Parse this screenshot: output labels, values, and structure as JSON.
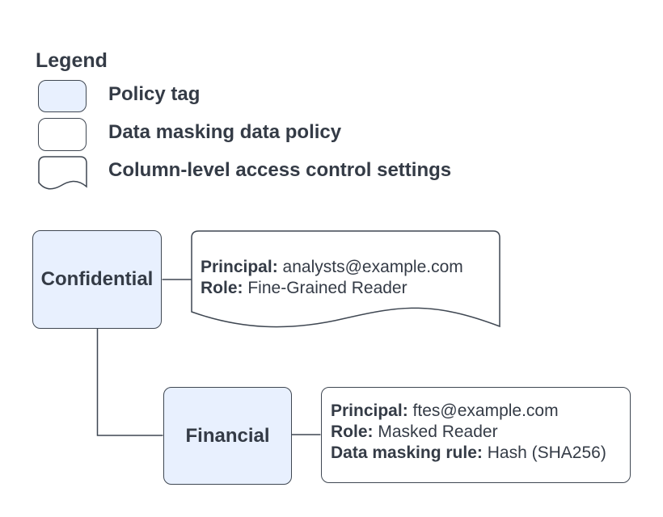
{
  "legend": {
    "title": "Legend",
    "items": [
      {
        "swatch": "policy-tag-swatch",
        "label": "Policy tag"
      },
      {
        "swatch": "data-policy-swatch",
        "label": "Data masking data policy"
      },
      {
        "swatch": "document-swatch",
        "label": "Column-level access control settings"
      }
    ]
  },
  "nodes": {
    "confidential": "Confidential",
    "financial": "Financial"
  },
  "cards": {
    "confidential_policy": {
      "lines": [
        {
          "label": "Principal:",
          "value": "analysts@example.com"
        },
        {
          "label": "Role:",
          "value": "Fine-Grained Reader"
        }
      ]
    },
    "financial_policy": {
      "lines": [
        {
          "label": "Principal:",
          "value": "ftes@example.com"
        },
        {
          "label": "Role:",
          "value": "Masked Reader"
        },
        {
          "label": "Data masking rule:",
          "value": "Hash (SHA256)"
        }
      ]
    }
  },
  "colors": {
    "policy_tag_fill": "#e8f0fe",
    "shape_border": "#3f4752",
    "text": "#343b46",
    "background": "#ffffff"
  }
}
